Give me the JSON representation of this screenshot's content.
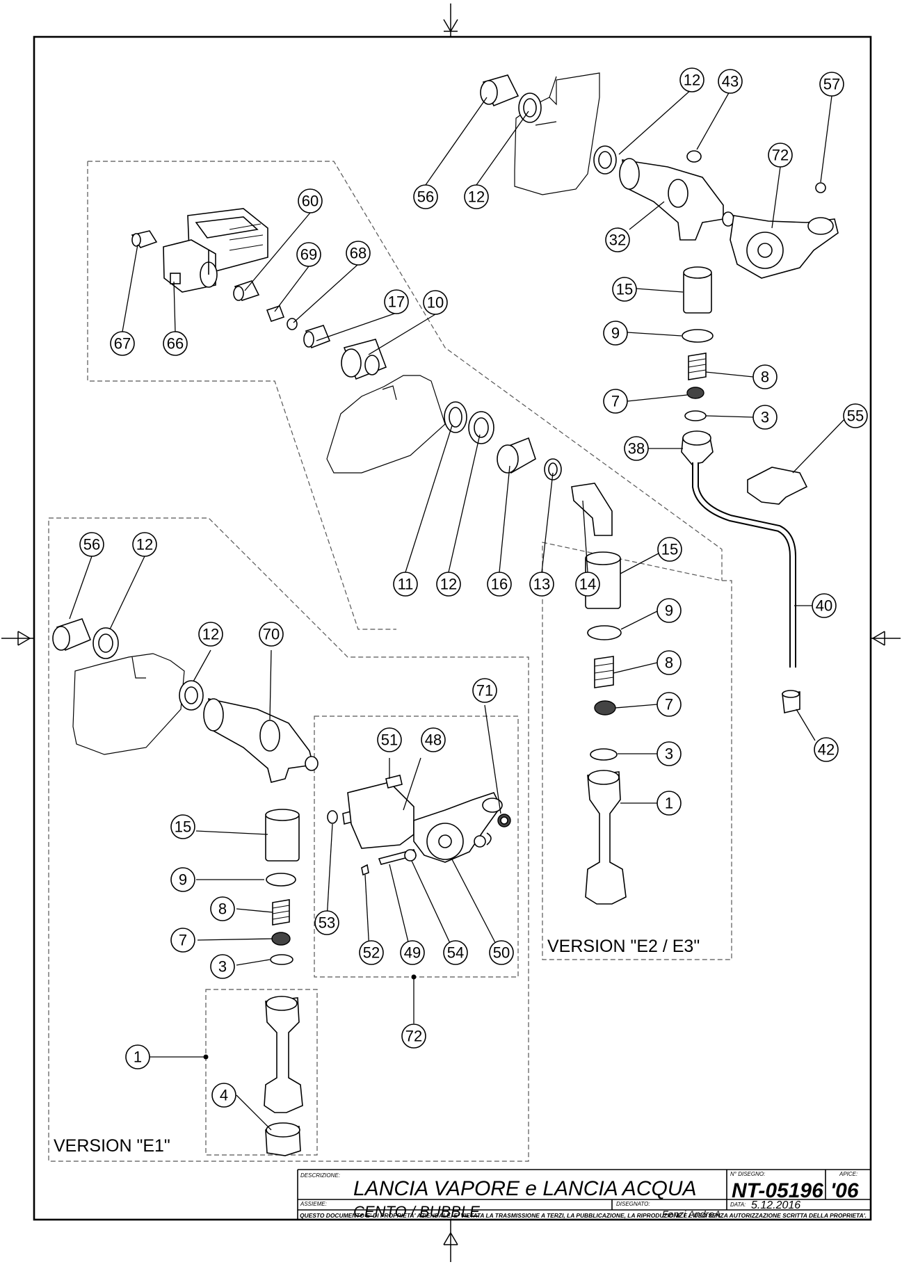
{
  "callouts": {
    "c12_top_nut": "12",
    "c43": "43",
    "c57": "57",
    "c56_top": "56",
    "c12_top_a": "12",
    "c72_top": "72",
    "c32": "32",
    "c60": "60",
    "c69": "69",
    "c68": "68",
    "c17": "17",
    "c10": "10",
    "c67": "67",
    "c66": "66",
    "c15_top": "15",
    "c9_top": "9",
    "c8_top": "8",
    "c7_top": "7",
    "c3_top": "3",
    "c55": "55",
    "c38": "38",
    "c11": "11",
    "c12_mid": "12",
    "c16": "16",
    "c13": "13",
    "c14": "14",
    "c15_e23": "15",
    "c9_e23": "9",
    "c8_e23": "8",
    "c7_e23": "7",
    "c3_e23": "3",
    "c1_e23": "1",
    "c40": "40",
    "c42": "42",
    "c56_e1": "56",
    "c12_e1a": "12",
    "c12_e1b": "12",
    "c70": "70",
    "c71": "71",
    "c51": "51",
    "c48": "48",
    "c15_e1": "15",
    "c9_e1": "9",
    "c8_e1": "8",
    "c7_e1": "7",
    "c3_e1": "3",
    "c53": "53",
    "c52": "52",
    "c49": "49",
    "c54": "54",
    "c50": "50",
    "c72_e1": "72",
    "c1_e1": "1",
    "c4": "4"
  },
  "versions": {
    "e23": "VERSION \"E2 / E3\"",
    "e1": "VERSION \"E1\""
  },
  "title_block": {
    "descrizione_label": "DESCRIZIONE:",
    "descrizione": "LANCIA VAPORE  e LANCIA ACQUA",
    "disegno_label": "N° DISEGNO:",
    "disegno": "NT-05196",
    "apice_label": "APICE:",
    "apice": "'06",
    "assieme_label": "ASSIEME:",
    "assieme": "CENTO / BUBBLE",
    "disegnato_label": "DISEGNATO:",
    "disegnato": "Fenzi AndreA",
    "data_label": "DATA:",
    "data": "5.12.2016",
    "note": "QUESTO DOCUMENTO E' DI PROPRIETA' AZIENDALE, E' VIETATA LA TRASMISSIONE A TERZI, LA PUBBLICAZIONE, LA RIPRODUZIONE E L'USO SENZA AUTORIZZAZIONE SCRITTA DELLA PROPRIETA'."
  }
}
